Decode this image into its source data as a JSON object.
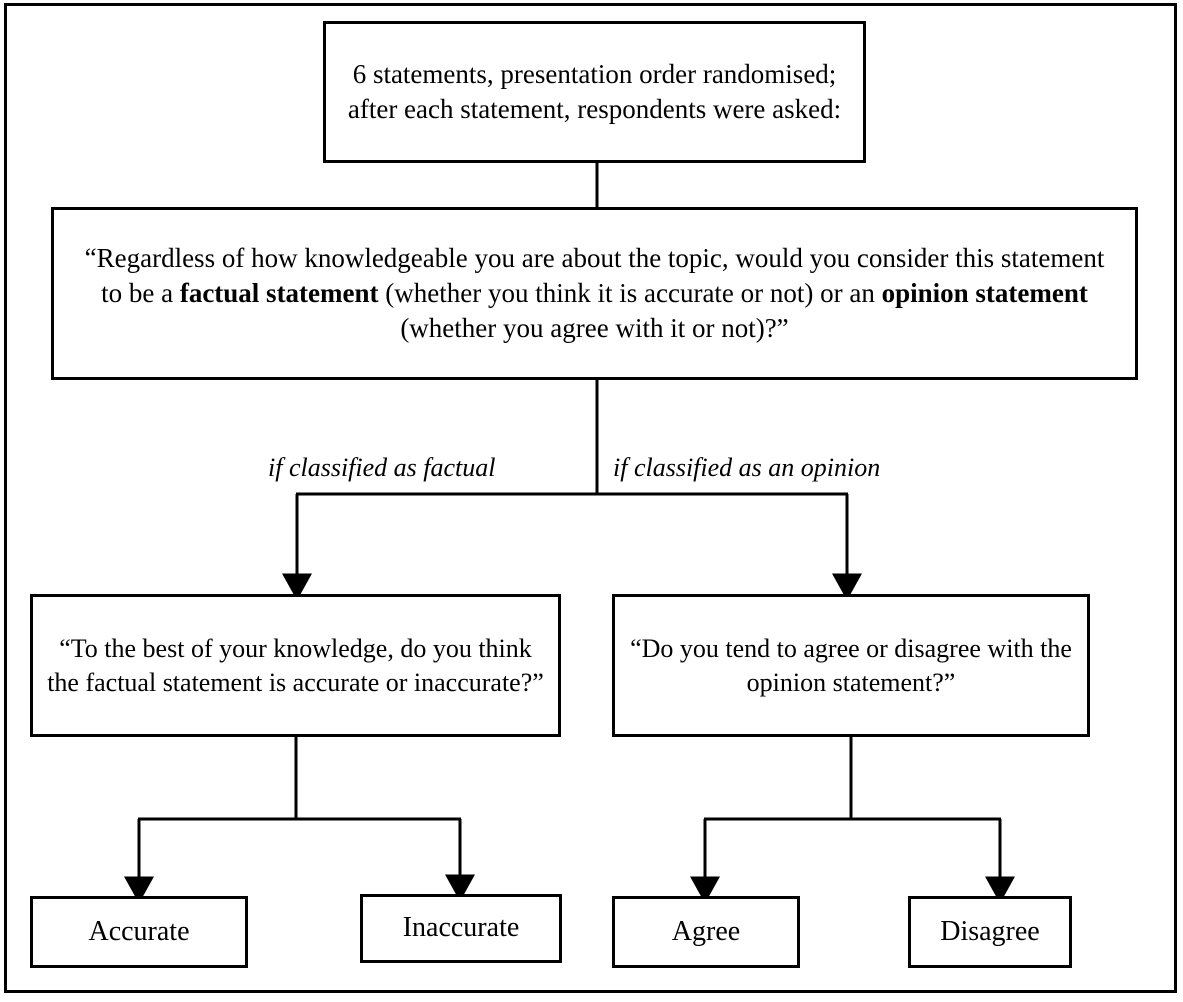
{
  "diagram": {
    "title": "Survey question flow for factual vs. opinion statement classification",
    "frame_color": "#000000",
    "background_color": "#ffffff",
    "nodes": {
      "intro": {
        "id": "intro",
        "text": "6 statements, presentation order randomised; after each statement, respondents were asked:",
        "lines": [
          "6 statements, presentation order",
          "randomised; after each statement,",
          "respondents were asked:"
        ]
      },
      "question": {
        "id": "question",
        "text": "“Regardless of how knowledgeable you are about the topic, would you consider this statement to be a factual statement (whether you think it is accurate or not) or an opinion statement (whether you agree with it or not)?”",
        "segments": [
          {
            "text": "“Regardless of how knowledgeable you are about the topic, would you consider this statement to be a ",
            "bold": false
          },
          {
            "text": "factual statement",
            "bold": true
          },
          {
            "text": " (whether you think it is accurate or not) or an ",
            "bold": false
          },
          {
            "text": "opinion statement",
            "bold": true
          },
          {
            "text": " (whether you agree with it or not)?”",
            "bold": false
          }
        ]
      },
      "factual_followup": {
        "id": "factual_followup",
        "text": "“To the best of your knowledge, do you think the factual statement is accurate or inaccurate?”",
        "lines": [
          "“To the best of your knowledge,",
          "do you think the factual statement",
          "is accurate or inaccurate?”"
        ]
      },
      "opinion_followup": {
        "id": "opinion_followup",
        "text": "“Do you tend to agree or disagree with the opinion statement?”",
        "lines": [
          "“Do you tend to agree or",
          "disagree with the opinion",
          "statement?”"
        ]
      },
      "accurate": {
        "id": "accurate",
        "text": "Accurate"
      },
      "inaccurate": {
        "id": "inaccurate",
        "text": "Inaccurate"
      },
      "agree": {
        "id": "agree",
        "text": "Agree"
      },
      "disagree": {
        "id": "disagree",
        "text": "Disagree"
      }
    },
    "edge_labels": {
      "factual": "if classified as factual",
      "opinion": "if classified as an opinion"
    },
    "edges": [
      {
        "from": "intro",
        "to": "question",
        "label": "",
        "arrowhead": false
      },
      {
        "from": "question",
        "to": "factual_followup",
        "label": "if classified as factual",
        "arrowhead": true
      },
      {
        "from": "question",
        "to": "opinion_followup",
        "label": "if classified as an opinion",
        "arrowhead": true
      },
      {
        "from": "factual_followup",
        "to": "accurate",
        "label": "",
        "arrowhead": true
      },
      {
        "from": "factual_followup",
        "to": "inaccurate",
        "label": "",
        "arrowhead": true
      },
      {
        "from": "opinion_followup",
        "to": "agree",
        "label": "",
        "arrowhead": true
      },
      {
        "from": "opinion_followup",
        "to": "disagree",
        "label": "",
        "arrowhead": true
      }
    ]
  }
}
